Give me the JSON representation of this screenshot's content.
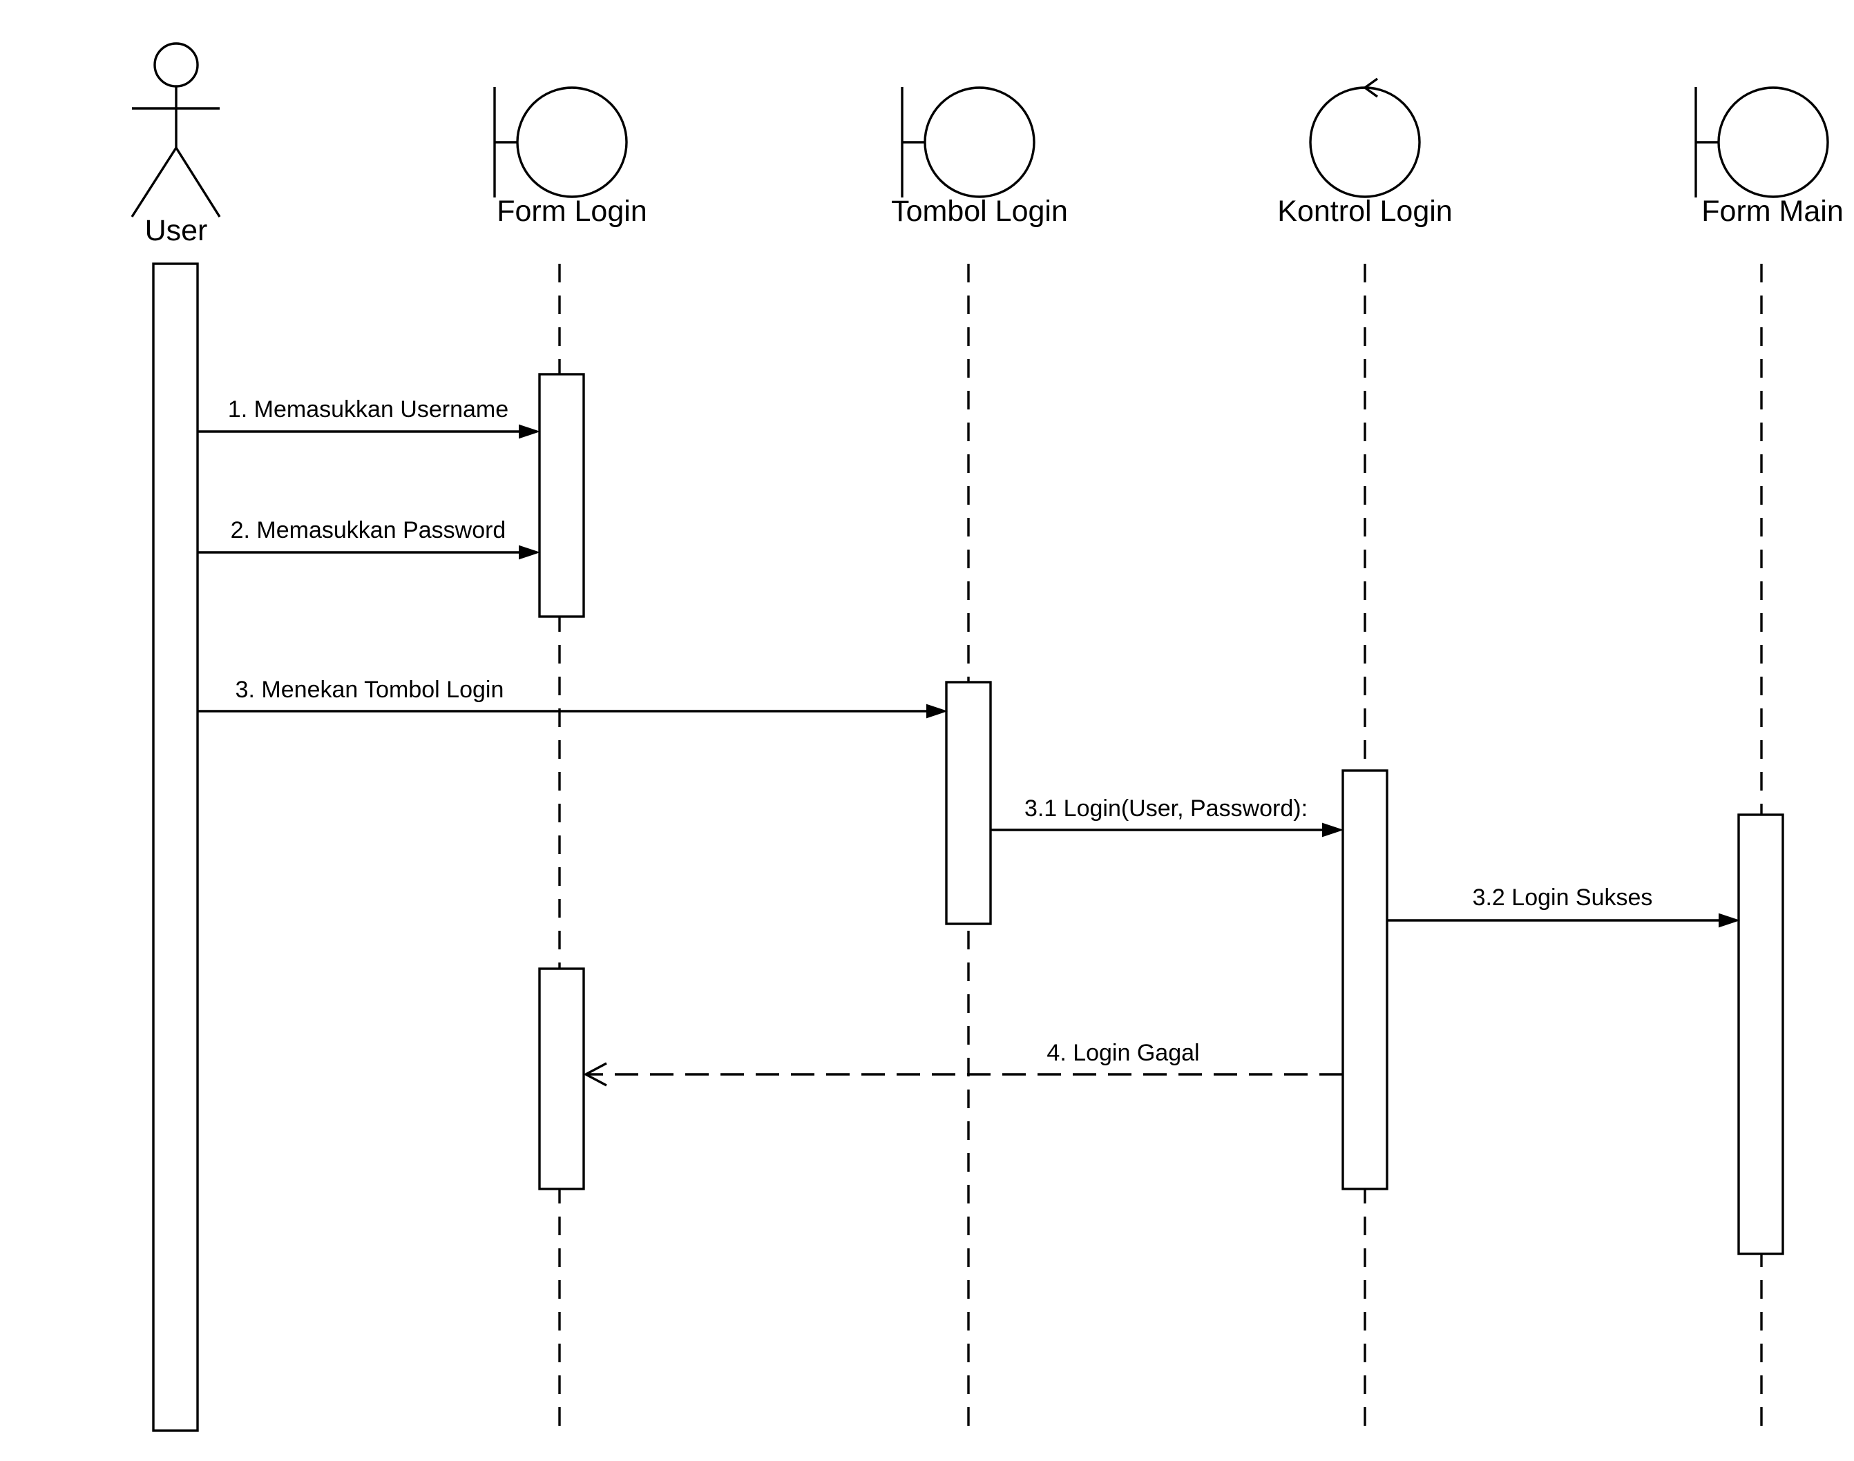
{
  "participants": {
    "user": {
      "name": "User",
      "kind": "actor"
    },
    "form_login": {
      "name": "Form Login",
      "kind": "boundary"
    },
    "tombol_login": {
      "name": "Tombol Login",
      "kind": "boundary"
    },
    "kontrol_login": {
      "name": "Kontrol Login",
      "kind": "control"
    },
    "form_main": {
      "name": "Form Main",
      "kind": "boundary"
    }
  },
  "messages": {
    "m1": {
      "label": "1. Memasukkan Username",
      "from": "User",
      "to": "Form Login",
      "style": "synchronous"
    },
    "m2": {
      "label": "2. Memasukkan Password",
      "from": "User",
      "to": "Form Login",
      "style": "synchronous"
    },
    "m3": {
      "label": "3. Menekan Tombol Login",
      "from": "User",
      "to": "Tombol Login",
      "style": "synchronous"
    },
    "m31": {
      "label": "3.1 Login(User, Password):",
      "from": "Tombol Login",
      "to": "Kontrol Login",
      "style": "synchronous"
    },
    "m32": {
      "label": "3.2 Login Sukses",
      "from": "Kontrol Login",
      "to": "Form Main",
      "style": "synchronous"
    },
    "m4": {
      "label": "4. Login Gagal",
      "from": "Kontrol Login",
      "to": "Form Login",
      "style": "return"
    }
  }
}
